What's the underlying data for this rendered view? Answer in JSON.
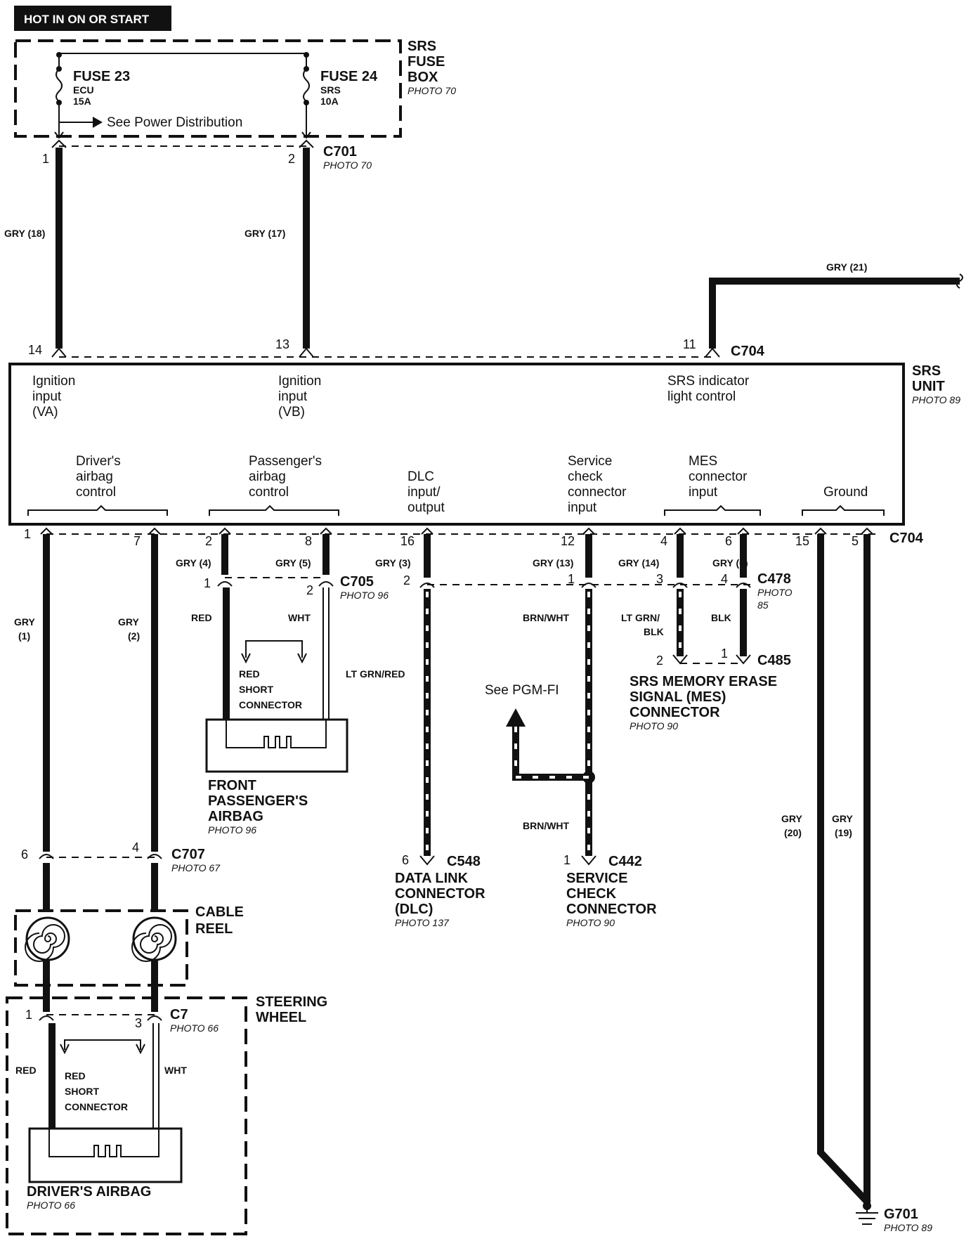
{
  "header": {
    "hot_in": "HOT IN ON OR START"
  },
  "fuse_box": {
    "title_1": "SRS",
    "title_2": "FUSE",
    "title_3": "BOX",
    "photo": "PHOTO 70"
  },
  "fuse23": {
    "name": "FUSE 23",
    "sub": "ECU",
    "rating": "15A",
    "see": "See Power Distribution"
  },
  "fuse24": {
    "name": "FUSE 24",
    "sub": "SRS",
    "rating": "10A"
  },
  "c701": {
    "name": "C701",
    "photo": "PHOTO 70",
    "pin1": "1",
    "pin2": "2"
  },
  "wires": {
    "gry18": "GRY (18)",
    "gry17": "GRY (17)",
    "gry21": "GRY (21)",
    "gry4": "GRY (4)",
    "gry5": "GRY (5)",
    "gry3": "GRY (3)",
    "gry13": "GRY (13)",
    "gry14": "GRY (14)",
    "gry6": "GRY (6)",
    "gry1a": "GRY",
    "gry1b": "(1)",
    "gry2a": "GRY",
    "gry2b": "(2)",
    "gry20a": "GRY",
    "gry20b": "(20)",
    "gry19a": "GRY",
    "gry19b": "(19)",
    "red": "RED",
    "wht": "WHT",
    "ltgrnred": "LT GRN/RED",
    "brnwht": "BRN/WHT",
    "brnwht2": "BRN/WHT",
    "ltgrnblk1": "LT GRN/",
    "ltgrnblk2": "BLK",
    "blk": "BLK",
    "red2": "RED",
    "wht2": "WHT"
  },
  "c704": {
    "name": "C704",
    "pin14": "14",
    "pin13": "13",
    "pin11": "11",
    "pin1": "1",
    "pin7": "7",
    "pin2": "2",
    "pin8": "8",
    "pin16": "16",
    "pin12": "12",
    "pin4": "4",
    "pin6": "6",
    "pin15": "15",
    "pin5": "5"
  },
  "srs_unit": {
    "title_1": "SRS",
    "title_2": "UNIT",
    "photo": "PHOTO 89",
    "ign_va_1": "Ignition",
    "ign_va_2": "input",
    "ign_va_3": "(VA)",
    "ign_vb_1": "Ignition",
    "ign_vb_2": "input",
    "ign_vb_3": "(VB)",
    "ind_1": "SRS indicator",
    "ind_2": "light control",
    "drv_1": "Driver's",
    "drv_2": "airbag",
    "drv_3": "control",
    "pas_1": "Passenger's",
    "pas_2": "airbag",
    "pas_3": "control",
    "dlc_1": "DLC",
    "dlc_2": "input/",
    "dlc_3": "output",
    "svc_1": "Service",
    "svc_2": "check",
    "svc_3": "connector",
    "svc_4": "input",
    "mes_1": "MES",
    "mes_2": "connector",
    "mes_3": "input",
    "gnd": "Ground"
  },
  "c705": {
    "name": "C705",
    "photo": "PHOTO 96",
    "pin1": "1",
    "pin2": "2"
  },
  "red_short": {
    "l1": "RED",
    "l2": "SHORT",
    "l3": "CONNECTOR"
  },
  "front_airbag": {
    "l1": "FRONT",
    "l2": "PASSENGER'S",
    "l3": "AIRBAG",
    "photo": "PHOTO 96"
  },
  "dlc_conn": {
    "pin2": "2",
    "pin6": "6",
    "name": "C548",
    "l1": "DATA LINK",
    "l2": "CONNECTOR",
    "l3": "(DLC)",
    "photo": "PHOTO 137"
  },
  "svc_conn": {
    "pin1": "1",
    "pin1b": "1",
    "name": "C442",
    "l1": "SERVICE",
    "l2": "CHECK",
    "l3": "CONNECTOR",
    "photo": "PHOTO 90",
    "see": "See PGM-FI"
  },
  "c478": {
    "name": "C478",
    "photo_1": "PHOTO",
    "photo_2": "85",
    "pin3": "3",
    "pin4": "4"
  },
  "c485": {
    "name": "C485",
    "pin2": "2",
    "pin1": "1"
  },
  "mes_conn": {
    "l1": "SRS MEMORY ERASE",
    "l2": "SIGNAL (MES)",
    "l3": "CONNECTOR",
    "photo": "PHOTO 90"
  },
  "c707": {
    "name": "C707",
    "photo": "PHOTO 67",
    "pin6": "6",
    "pin4": "4"
  },
  "cable_reel": {
    "l1": "CABLE",
    "l2": "REEL"
  },
  "steering": {
    "l1": "STEERING",
    "l2": "WHEEL"
  },
  "c7": {
    "name": "C7",
    "photo": "PHOTO 66",
    "pin1": "1",
    "pin3": "3"
  },
  "red_short2": {
    "l1": "RED",
    "l2": "SHORT",
    "l3": "CONNECTOR"
  },
  "drv_airbag": {
    "name": "DRIVER'S AIRBAG",
    "photo": "PHOTO 66"
  },
  "g701": {
    "name": "G701",
    "photo": "PHOTO 89"
  }
}
